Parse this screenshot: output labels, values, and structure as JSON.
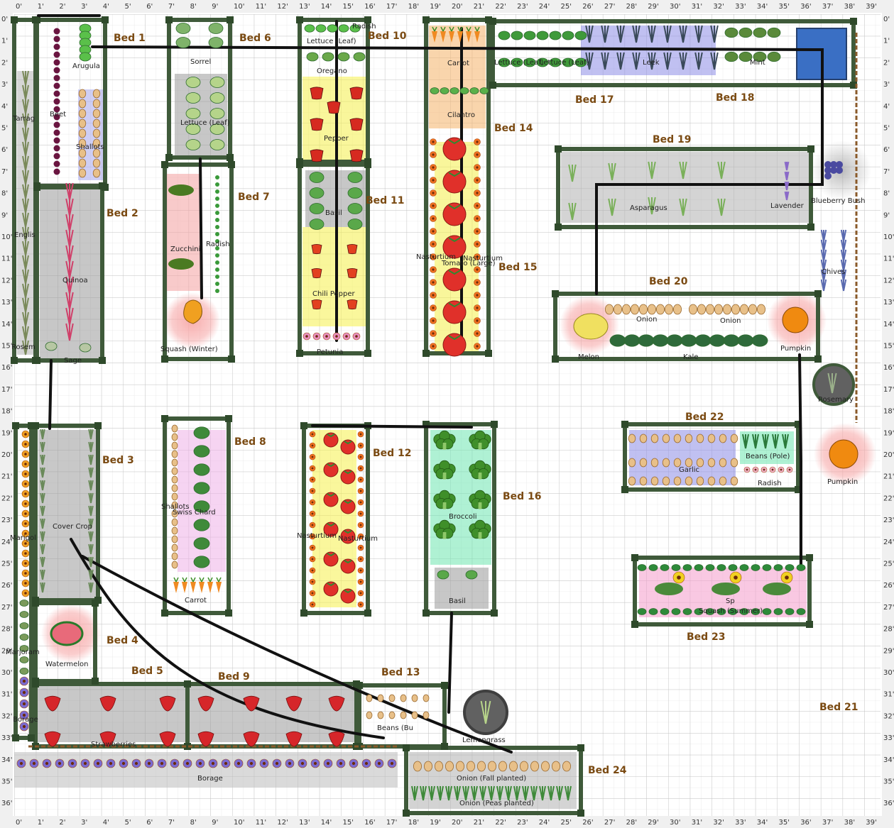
{
  "rulers": {
    "x_ticks": [
      "0'",
      "1'",
      "2'",
      "3'",
      "4'",
      "5'",
      "6'",
      "7'",
      "8'",
      "9'",
      "10'",
      "11'",
      "12'",
      "13'",
      "14'",
      "15'",
      "16'",
      "17'",
      "18'",
      "19'",
      "20'",
      "21'",
      "22'",
      "23'",
      "24'",
      "25'",
      "26'",
      "27'",
      "28'",
      "29'",
      "30'",
      "31'",
      "32'",
      "33'",
      "34'",
      "35'",
      "36'",
      "37'",
      "38'",
      "39'"
    ],
    "y_ticks": [
      "0'",
      "1'",
      "2'",
      "3'",
      "4'",
      "5'",
      "6'",
      "7'",
      "8'",
      "9'",
      "10'",
      "11'",
      "12'",
      "13'",
      "14'",
      "15'",
      "16'",
      "17'",
      "18'",
      "19'",
      "20'",
      "21'",
      "22'",
      "23'",
      "24'",
      "25'",
      "26'",
      "27'",
      "28'",
      "29'",
      "30'",
      "31'",
      "32'",
      "33'",
      "34'",
      "35'",
      "36'"
    ]
  },
  "beds": [
    {
      "id": "bed-1",
      "label": "Bed 1"
    },
    {
      "id": "bed-2",
      "label": "Bed 2"
    },
    {
      "id": "bed-3",
      "label": "Bed 3"
    },
    {
      "id": "bed-4",
      "label": "Bed 4"
    },
    {
      "id": "bed-5",
      "label": "Bed 5"
    },
    {
      "id": "bed-6",
      "label": "Bed 6"
    },
    {
      "id": "bed-7",
      "label": "Bed 7"
    },
    {
      "id": "bed-8",
      "label": "Bed 8"
    },
    {
      "id": "bed-9",
      "label": "Bed 9"
    },
    {
      "id": "bed-10",
      "label": "Bed 10"
    },
    {
      "id": "bed-11",
      "label": "Bed 11"
    },
    {
      "id": "bed-12",
      "label": "Bed 12"
    },
    {
      "id": "bed-13",
      "label": "Bed 13"
    },
    {
      "id": "bed-14",
      "label": "Bed 14"
    },
    {
      "id": "bed-15",
      "label": "Bed 15"
    },
    {
      "id": "bed-16",
      "label": "Bed 16"
    },
    {
      "id": "bed-17",
      "label": "Bed 17"
    },
    {
      "id": "bed-18",
      "label": "Bed 18"
    },
    {
      "id": "bed-19",
      "label": "Bed 19"
    },
    {
      "id": "bed-20",
      "label": "Bed 20"
    },
    {
      "id": "bed-21",
      "label": "Bed 21"
    },
    {
      "id": "bed-22",
      "label": "Bed 22"
    },
    {
      "id": "bed-23",
      "label": "Bed 23"
    },
    {
      "id": "bed-24",
      "label": "Bed 24"
    }
  ],
  "plants": [
    {
      "id": "arugula",
      "label": "Arugula"
    },
    {
      "id": "beet",
      "label": "Beet"
    },
    {
      "id": "shallots-1",
      "label": "Shallots"
    },
    {
      "id": "tarragon",
      "label": "Tarrag"
    },
    {
      "id": "english",
      "label": "Englis"
    },
    {
      "id": "quinoa",
      "label": "Quinoa"
    },
    {
      "id": "rosemary-1",
      "label": "Rosem"
    },
    {
      "id": "sage",
      "label": "Sage"
    },
    {
      "id": "sorrel",
      "label": "Sorrel"
    },
    {
      "id": "lettuce-bed6",
      "label": "Lettuce (Leaf)"
    },
    {
      "id": "zucchini",
      "label": "Zucchini"
    },
    {
      "id": "radish-bed7",
      "label": "Radish"
    },
    {
      "id": "squash-winter",
      "label": "Squash (Winter)"
    },
    {
      "id": "radish-bed10",
      "label": "Radish"
    },
    {
      "id": "lettuce-bed10",
      "label": "Lettuce (Leaf)"
    },
    {
      "id": "oregano",
      "label": "Oregano"
    },
    {
      "id": "pepper",
      "label": "Pepper"
    },
    {
      "id": "basil-bed11",
      "label": "Basil"
    },
    {
      "id": "chili-pepper",
      "label": "Chili Pepper"
    },
    {
      "id": "petunia",
      "label": "Petunia"
    },
    {
      "id": "carrot-bed14",
      "label": "Carrot"
    },
    {
      "id": "cilantro",
      "label": "Cilantro"
    },
    {
      "id": "nasturtium-bed15-a",
      "label": "Nasturtium"
    },
    {
      "id": "nasturtium-bed15-b",
      "label": "Nasturtium"
    },
    {
      "id": "tomato-large",
      "label": "Tomato (Large)"
    },
    {
      "id": "lettuce-bed17-a",
      "label": "Lettuce (Leaf)"
    },
    {
      "id": "lettuce-bed17-b",
      "label": "Lettuce (Leaf)"
    },
    {
      "id": "leek",
      "label": "Leek"
    },
    {
      "id": "mint",
      "label": "Mint"
    },
    {
      "id": "asparagus",
      "label": "Asparagus"
    },
    {
      "id": "lavender",
      "label": "Lavender"
    },
    {
      "id": "blueberry",
      "label": "Blueberry Bush"
    },
    {
      "id": "chives",
      "label": "Chives"
    },
    {
      "id": "onion-bed20-a",
      "label": "Onion"
    },
    {
      "id": "onion-bed20-b",
      "label": "Onion"
    },
    {
      "id": "melon",
      "label": "Melon"
    },
    {
      "id": "kale",
      "label": "Kale"
    },
    {
      "id": "pumpkin-bed20",
      "label": "Pumpkin"
    },
    {
      "id": "rosemary-2",
      "label": "Rosemary"
    },
    {
      "id": "garlic",
      "label": "Garlic"
    },
    {
      "id": "beans-pole",
      "label": "Beans (Pole)"
    },
    {
      "id": "radish-bed22",
      "label": "Radish"
    },
    {
      "id": "pumpkin-2",
      "label": "Pumpkin"
    },
    {
      "id": "squash-summer",
      "label": "Squash (Summer)"
    },
    {
      "id": "spinach",
      "label": "Sp"
    },
    {
      "id": "marigold",
      "label": "Marigol"
    },
    {
      "id": "cover-crop",
      "label": "Cover Crop"
    },
    {
      "id": "shallots-2",
      "label": "Shallots"
    },
    {
      "id": "swiss-chard",
      "label": "Swiss Chard"
    },
    {
      "id": "carrot-bed8",
      "label": "Carrot"
    },
    {
      "id": "nasturtium-bed12-a",
      "label": "Nasturtium"
    },
    {
      "id": "nasturtium-bed12-b",
      "label": "Nasturtium"
    },
    {
      "id": "broccoli",
      "label": "Broccoli"
    },
    {
      "id": "basil-bed16",
      "label": "Basil"
    },
    {
      "id": "marjoram",
      "label": "Marjoram"
    },
    {
      "id": "watermelon",
      "label": "Watermelon"
    },
    {
      "id": "borage-1",
      "label": "Borage"
    },
    {
      "id": "strawberries",
      "label": "Strawberries"
    },
    {
      "id": "beans-bush",
      "label": "Beans (Bu"
    },
    {
      "id": "lemongrass",
      "label": "Lemongrass"
    },
    {
      "id": "borage-2",
      "label": "Borage"
    },
    {
      "id": "onion-fall",
      "label": "Onion (Fall planted)"
    },
    {
      "id": "onion-peas",
      "label": "Onion (Peas planted)"
    }
  ],
  "colors": {
    "frame": "#3f5a3a",
    "grid": "#d9d9d9",
    "grid_major": "#bdbdbd",
    "irrigation": "#111111",
    "bed_label": "#7a4a12",
    "shade_gray": "#9a9a9a",
    "shade_blue": "#8c8ce6",
    "shade_yellow": "#f5f04a",
    "shade_pink": "#f4a0a0",
    "shade_green": "#6ee6b0",
    "shade_orange": "#f5b36a",
    "shade_lilac": "#c9a6e6",
    "water": "#3a6fc4"
  }
}
